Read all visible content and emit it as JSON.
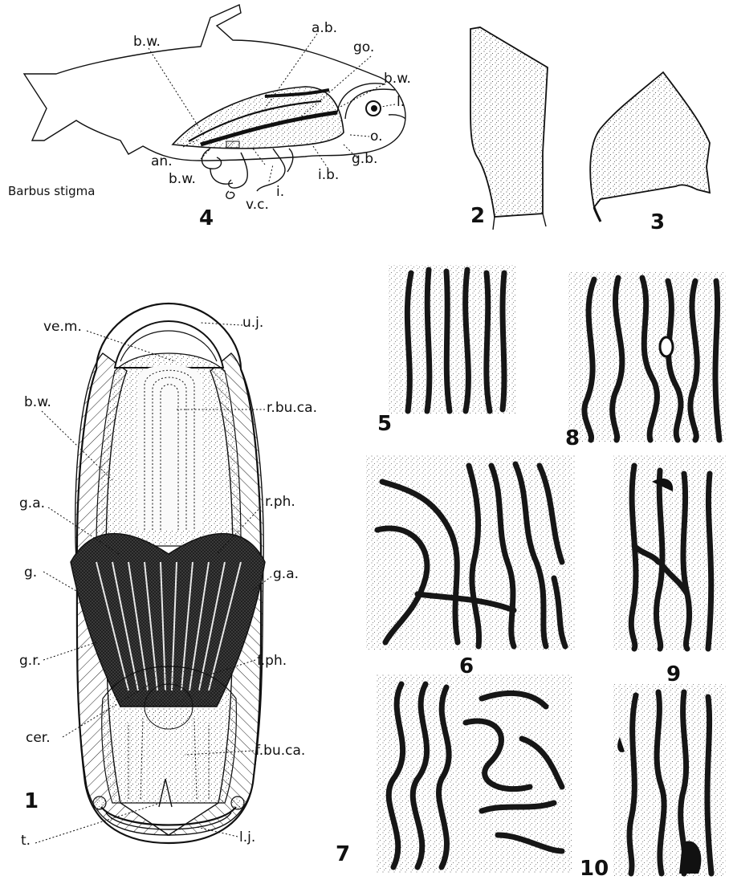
{
  "plate": {
    "species_name": "Barbus stigma",
    "figures": {
      "fig1": {
        "number": "1",
        "labels": {
          "ve_m": "ve.m.",
          "u_j": "u.j.",
          "b_w": "b.w.",
          "r_bu_ca": "r.bu.ca.",
          "g_a_left": "g.a.",
          "r_ph": "r.ph.",
          "g": "g.",
          "g_a_right": "g.a.",
          "g_r": "g.r.",
          "f_ph": "f.ph.",
          "cer": "cer.",
          "f_bu_ca": "f.bu.ca.",
          "t": "t.",
          "l_j": "l.j."
        }
      },
      "fig2": {
        "number": "2"
      },
      "fig3": {
        "number": "3"
      },
      "fig4": {
        "number": "4",
        "labels": {
          "b_w_top": "b.w.",
          "a_b": "a.b.",
          "go": "go.",
          "b_w_right": "b.w.",
          "l": "l.",
          "o": "o.",
          "g_b": "g.b.",
          "i_b": "i.b.",
          "an": "an.",
          "b_w_bottom": "b.w.",
          "i": "i.",
          "v_c": "v.c."
        }
      },
      "fig5": {
        "number": "5"
      },
      "fig6": {
        "number": "6"
      },
      "fig7": {
        "number": "7"
      },
      "fig8": {
        "number": "8"
      },
      "fig9": {
        "number": "9"
      },
      "fig10": {
        "number": "10"
      }
    }
  }
}
